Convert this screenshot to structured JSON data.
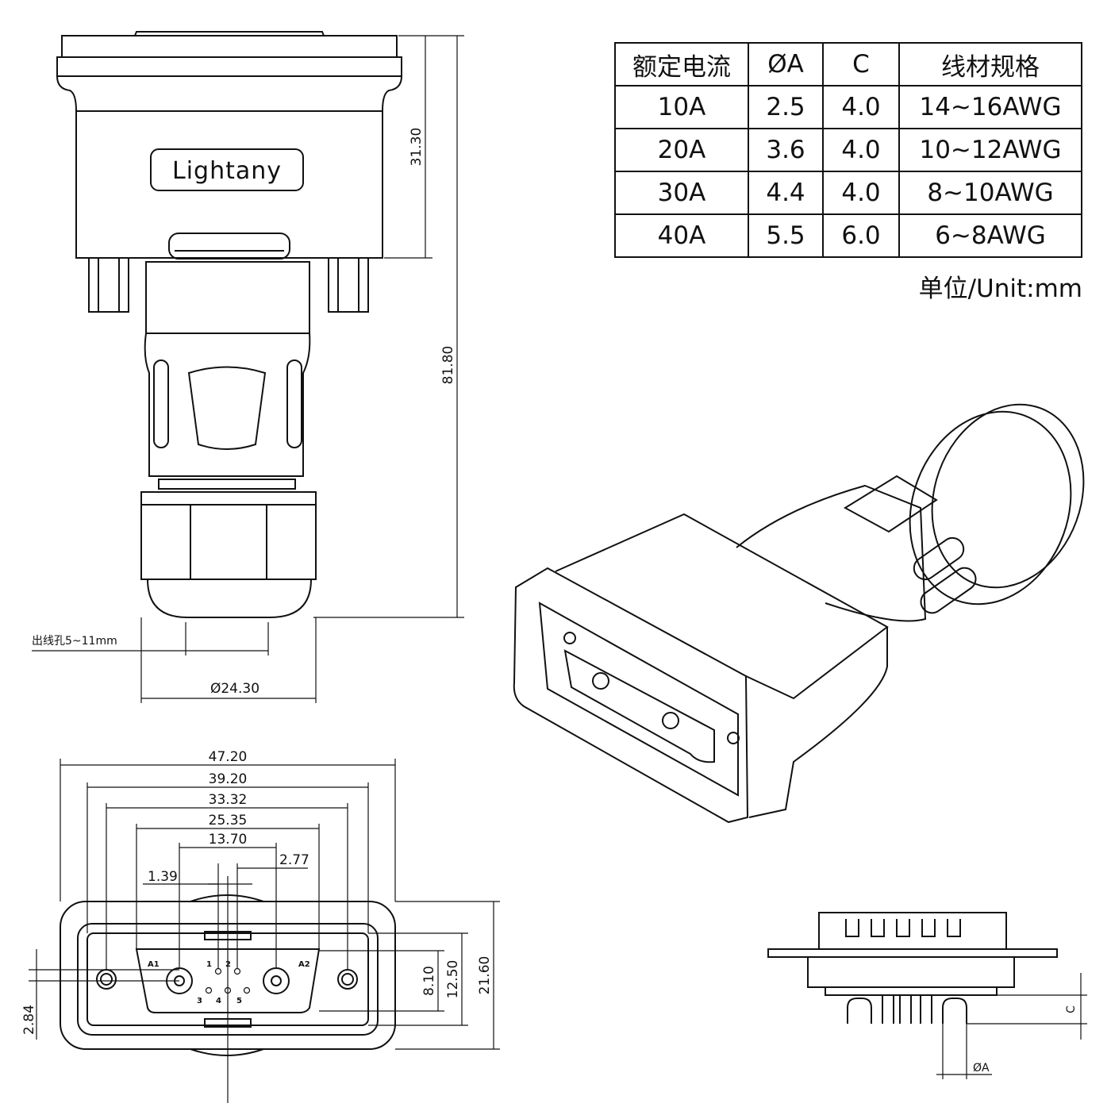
{
  "table": {
    "headers": [
      "额定电流",
      "ØA",
      "C",
      "线材规格"
    ],
    "rows": [
      [
        "10A",
        "2.5",
        "4.0",
        "14~16AWG"
      ],
      [
        "20A",
        "3.6",
        "4.0",
        "10~12AWG"
      ],
      [
        "30A",
        "4.4",
        "4.0",
        "8~10AWG"
      ],
      [
        "40A",
        "5.5",
        "6.0",
        "6~8AWG"
      ]
    ]
  },
  "unit_note": "单位/Unit:mm",
  "brand": "Lightany",
  "side_view": {
    "dim_body_height": "31.30",
    "dim_total_length": "81.80",
    "cable_hole_label": "出线孔5~11mm",
    "dim_nut_diameter": "Ø24.30"
  },
  "front_view": {
    "dims_horizontal": [
      "47.20",
      "39.20",
      "33.32",
      "25.35",
      "13.70",
      "1.39",
      "2.77"
    ],
    "dims_vertical": [
      "8.10",
      "12.50",
      "21.60",
      "2.84"
    ],
    "pin_labels": [
      "A1",
      "A2",
      "1",
      "2",
      "3",
      "4",
      "5"
    ]
  },
  "pcb_view": {
    "dim_c": "C",
    "dim_a": "ØA"
  }
}
